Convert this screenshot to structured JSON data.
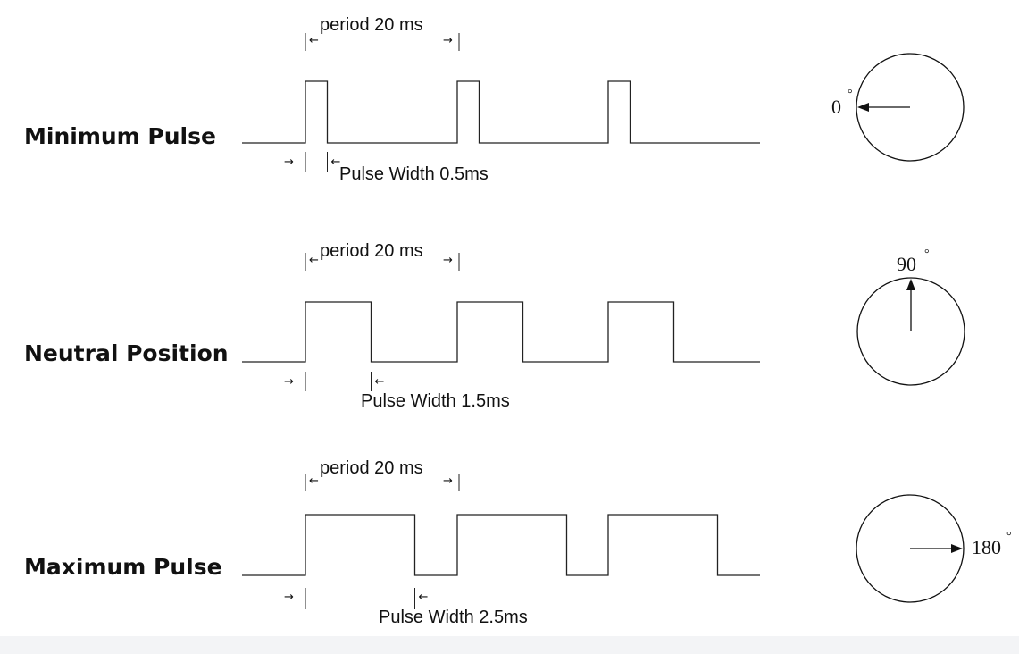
{
  "colors": {
    "ink": "#111111",
    "background": "#ffffff",
    "footer": "#f3f4f6"
  },
  "rows": [
    {
      "label": "Minimum Pulse",
      "period_label": "period 20 ms",
      "pulse_width_label": "Pulse Width 0.5ms",
      "pulse_width_ms": 0.5,
      "angle_value": "0",
      "angle_unit": "°",
      "angle_deg": 0
    },
    {
      "label": "Neutral Position",
      "period_label": "period 20 ms",
      "pulse_width_label": "Pulse Width 1.5ms",
      "pulse_width_ms": 1.5,
      "angle_value": "90",
      "angle_unit": "°",
      "angle_deg": 90
    },
    {
      "label": "Maximum Pulse",
      "period_label": "period 20 ms",
      "pulse_width_label": "Pulse Width 2.5ms",
      "pulse_width_ms": 2.5,
      "angle_value": "180",
      "angle_unit": "°",
      "angle_deg": 180
    }
  ]
}
